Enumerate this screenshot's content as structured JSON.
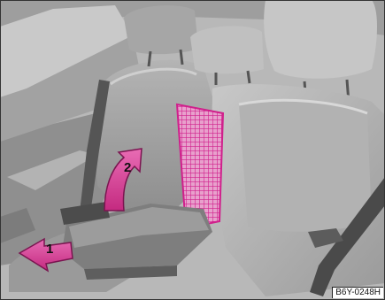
{
  "figure": {
    "reference_code": "B6Y-0248H",
    "callouts": [
      {
        "number": "1",
        "color": "#d8308f",
        "meaning": "push-arrow-at-armrest-front"
      },
      {
        "number": "2",
        "color": "#d8308f",
        "meaning": "lift-arrow-armrest-up"
      }
    ],
    "colors": {
      "highlight": "#e0309a",
      "arrow": "#d8308f",
      "seat_dark": "#8c8c8c",
      "seat_mid": "#a8a8a8",
      "seat_light": "#c4c4c4",
      "background": "#b6b6b6"
    }
  }
}
